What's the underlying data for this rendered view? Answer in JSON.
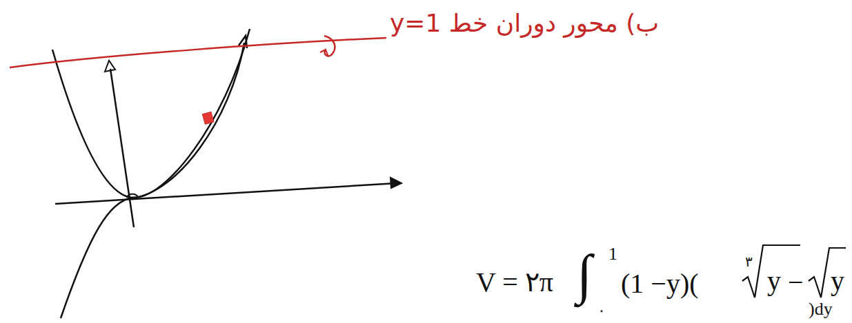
{
  "diagram": {
    "labels": [
      "ب) محور دوران خط y=1",
      "V = ۲π",
      "∫",
      "1",
      "۰",
      "(1 −y)(",
      "۳",
      "y",
      "−",
      "y",
      ")dy"
    ]
  }
}
